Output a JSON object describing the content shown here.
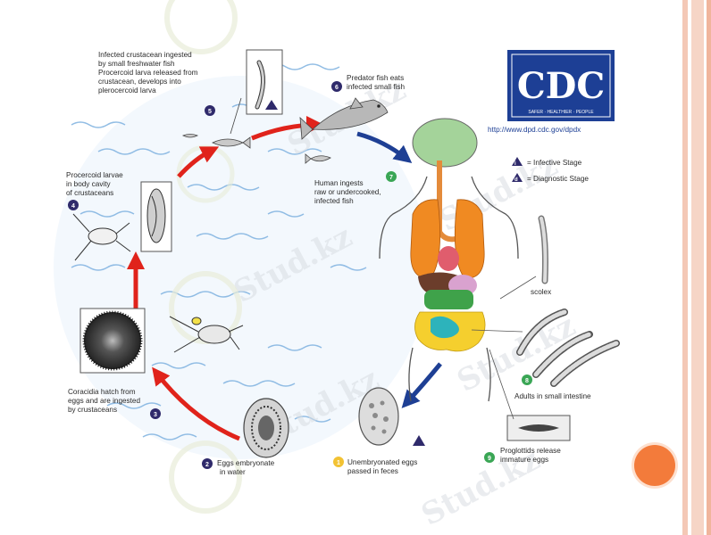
{
  "cdc": {
    "logo": "CDC",
    "tagline": "SAFER · HEALTHIER · PEOPLE",
    "url": "http://www.dpd.cdc.gov/dpdx"
  },
  "legend": {
    "infective": "= Infective Stage",
    "diagnostic": "= Diagnostic Stage"
  },
  "stages": {
    "s1": {
      "num": "1",
      "lines": [
        "Unembryonated eggs",
        "passed in feces"
      ]
    },
    "s2": {
      "num": "2",
      "lines": [
        "Eggs embryonate",
        "in water"
      ]
    },
    "s3": {
      "num": "3",
      "lines": [
        "Coracidia hatch from",
        "eggs and are ingested",
        "by crustaceans"
      ]
    },
    "s4": {
      "num": "4",
      "lines": [
        "Procercoid larvae",
        "in body cavity",
        "of crustaceans"
      ]
    },
    "s5": {
      "num": "5",
      "lines": [
        "Infected crustacean ingested",
        "by small freshwater fish",
        "Procercoid larva released from",
        "crustacean, develops into",
        "plerocercoid larva"
      ]
    },
    "s6": {
      "num": "6",
      "lines": [
        "Predator fish eats",
        "infected small fish"
      ]
    },
    "s7": {
      "num": "7",
      "lines": [
        "Human ingests",
        "raw or undercooked,",
        "infected fish"
      ]
    },
    "s8": {
      "num": "8",
      "lines": [
        "Adults in small intestine"
      ]
    },
    "s9": {
      "num": "9",
      "lines": [
        "Proglottids release",
        "immature eggs"
      ]
    },
    "scolex": "scolex"
  },
  "watermark": "Stud.kz",
  "colors": {
    "cycle_arrow": "#e0231b",
    "human_arrow": "#1e3f94",
    "badge": "#2f2a6b",
    "badge_yellow": "#f2c233",
    "badge_green": "#3aa655",
    "cdc_blue": "#1d3f95",
    "accent_dot": "#f37b3b"
  }
}
